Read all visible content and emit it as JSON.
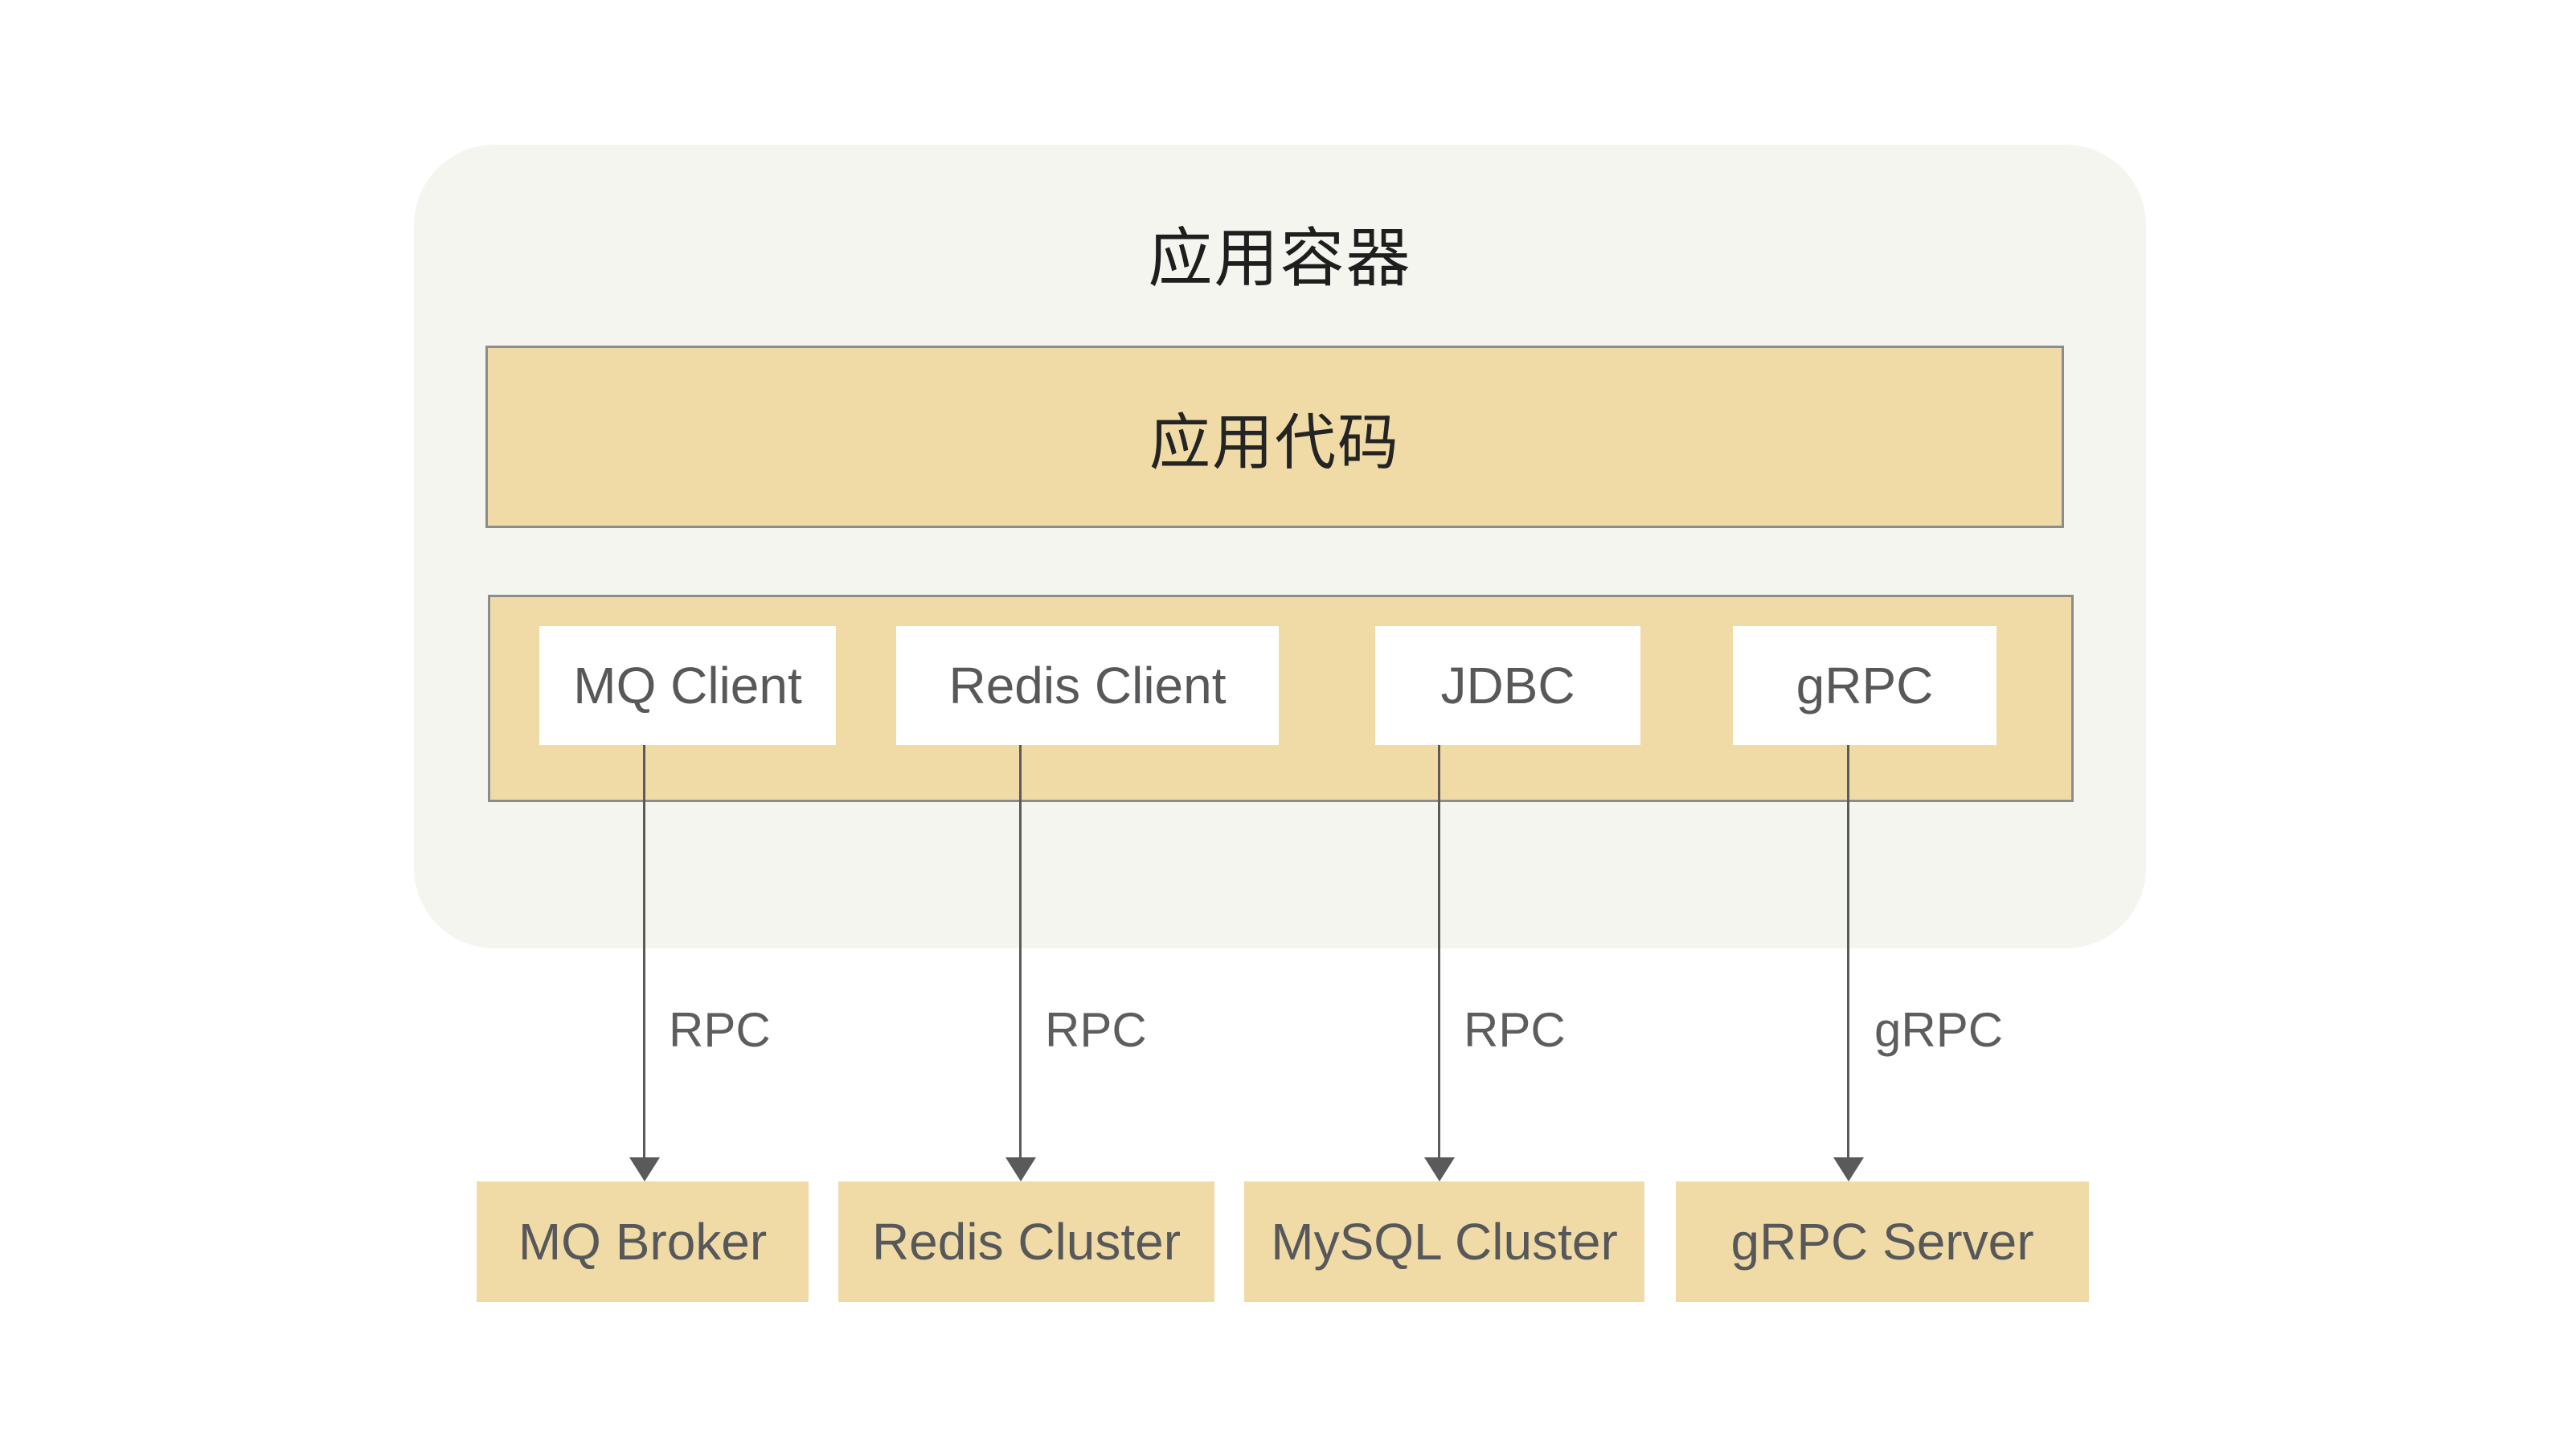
{
  "container": {
    "title": "应用容器",
    "app_code_label": "应用代码"
  },
  "clients": [
    {
      "label": "MQ Client"
    },
    {
      "label": "Redis Client"
    },
    {
      "label": "JDBC"
    },
    {
      "label": "gRPC"
    }
  ],
  "arrows": [
    {
      "label": "RPC"
    },
    {
      "label": "RPC"
    },
    {
      "label": "RPC"
    },
    {
      "label": "gRPC"
    }
  ],
  "backends": [
    {
      "label": "MQ Broker"
    },
    {
      "label": "Redis Cluster"
    },
    {
      "label": "MySQL Cluster"
    },
    {
      "label": "gRPC Server"
    }
  ],
  "colors": {
    "page_background": "#ffffff",
    "container_background": "#f5f5f0",
    "box_fill": "#f0dba7",
    "box_border": "#8c8c8c",
    "client_box_fill": "#ffffff",
    "cn_text": "#1e1e1e",
    "en_text": "#58585a",
    "arrow": "#5a5a5a"
  }
}
